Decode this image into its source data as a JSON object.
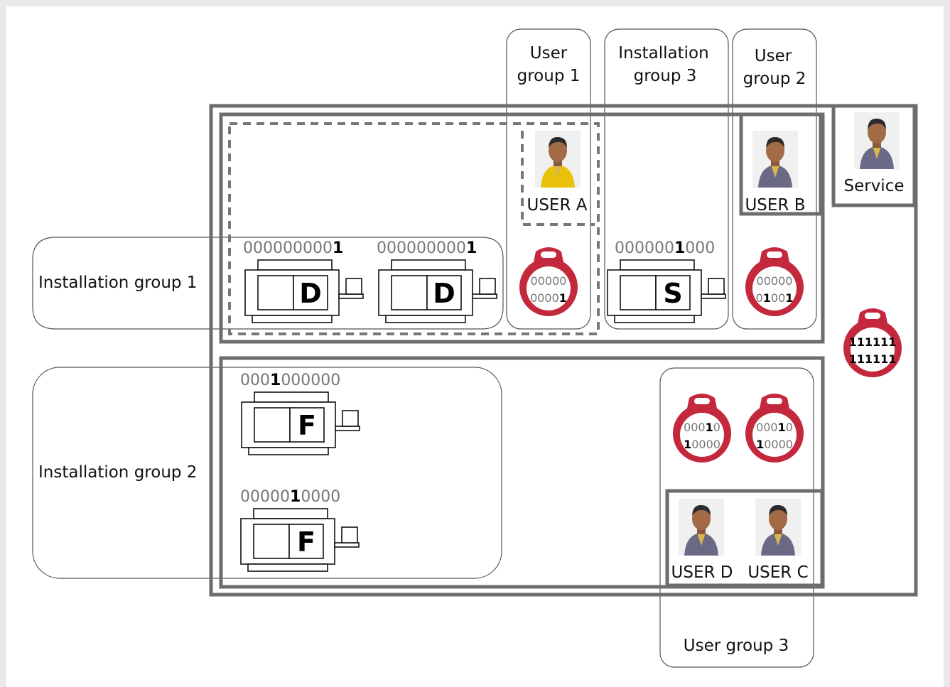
{
  "labels": {
    "installation_group_1": "Installation group 1",
    "installation_group_2": "Installation group 2",
    "installation_group_3": [
      "Installation",
      "group 3"
    ],
    "user_group_1": [
      "User",
      "group 1"
    ],
    "user_group_2": [
      "User",
      "group 2"
    ],
    "user_group_3": "User group 3",
    "service": "Service"
  },
  "users": [
    {
      "id": "a",
      "label": "USER A",
      "shirt": "#e8c20a"
    },
    {
      "id": "b",
      "label": "USER B",
      "shirt": "#6b6a86"
    },
    {
      "id": "c",
      "label": "USER C",
      "shirt": "#6b6a86"
    },
    {
      "id": "d",
      "label": "USER D",
      "shirt": "#6b6a86"
    },
    {
      "id": "service",
      "label": "",
      "shirt": "#6b6a86"
    }
  ],
  "machines": [
    {
      "id": "d1",
      "letter": "D",
      "code": [
        {
          "t": "000000000",
          "b": false
        },
        {
          "t": "1",
          "b": true
        }
      ]
    },
    {
      "id": "d2",
      "letter": "D",
      "code": [
        {
          "t": "000000000",
          "b": false
        },
        {
          "t": "1",
          "b": true
        }
      ]
    },
    {
      "id": "s",
      "letter": "S",
      "code": [
        {
          "t": "000000",
          "b": false
        },
        {
          "t": "1",
          "b": true
        },
        {
          "t": "000",
          "b": false
        }
      ]
    },
    {
      "id": "f1",
      "letter": "F",
      "code": [
        {
          "t": "000",
          "b": false
        },
        {
          "t": "1",
          "b": true
        },
        {
          "t": "000000",
          "b": false
        }
      ]
    },
    {
      "id": "f2",
      "letter": "F",
      "code": [
        {
          "t": "00000",
          "b": false
        },
        {
          "t": "1",
          "b": true
        },
        {
          "t": "0000",
          "b": false
        }
      ]
    }
  ],
  "tags": [
    {
      "id": "tag-ug1",
      "lines": [
        [
          {
            "t": "00000",
            "b": false
          }
        ],
        [
          {
            "t": "0000",
            "b": false
          },
          {
            "t": "1",
            "b": true
          }
        ]
      ]
    },
    {
      "id": "tag-ug2",
      "lines": [
        [
          {
            "t": "00000",
            "b": false
          }
        ],
        [
          {
            "t": "0",
            "b": false
          },
          {
            "t": "1",
            "b": true
          },
          {
            "t": "00",
            "b": false
          },
          {
            "t": "1",
            "b": true
          }
        ]
      ]
    },
    {
      "id": "tag-service",
      "lines": [
        [
          {
            "t": "111111",
            "b": true
          }
        ],
        [
          {
            "t": "111111",
            "b": true
          }
        ]
      ]
    },
    {
      "id": "tag-ug3-a",
      "lines": [
        [
          {
            "t": "000",
            "b": false
          },
          {
            "t": "1",
            "b": true
          },
          {
            "t": "0",
            "b": false
          }
        ],
        [
          {
            "t": "1",
            "b": true
          },
          {
            "t": "0000",
            "b": false
          }
        ]
      ]
    },
    {
      "id": "tag-ug3-b",
      "lines": [
        [
          {
            "t": "000",
            "b": false
          },
          {
            "t": "1",
            "b": true
          },
          {
            "t": "0",
            "b": false
          }
        ],
        [
          {
            "t": "1",
            "b": true
          },
          {
            "t": "0000",
            "b": false
          }
        ]
      ]
    }
  ],
  "colors": {
    "tag_red": "#c4283d",
    "frame_gray": "#6d6d6d",
    "code_gray": "#777777",
    "background": "#ffffff"
  }
}
